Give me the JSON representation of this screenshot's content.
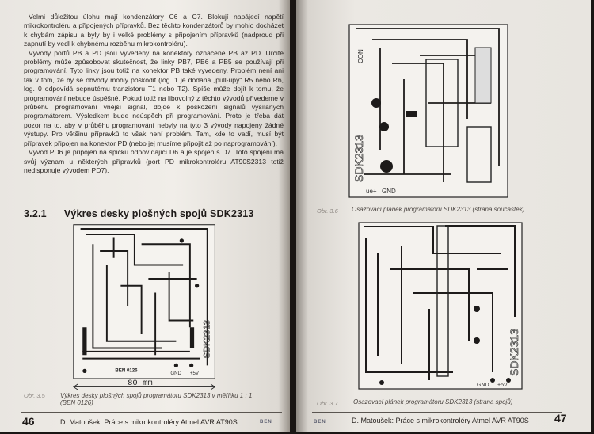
{
  "left_page": {
    "paragraphs": [
      "Velmi důležitou úlohu mají kondenzátory C6 a C7. Blokují napájecí napětí mikrokontroléru a připojených přípravků. Bez těchto kondenzátorů by mohlo docházet k chybám zápisu a byly by i velké problémy s připojením přípravků (nadproud při zapnutí by vedl k chybnému rozběhu mikrokontroléru).",
      "Vývody portů PB a PD jsou vyvedeny na konektory označené PB až PD. Určité problémy může způsobovat skutečnost, že linky PB7, PB6 a PB5 se používají při programování. Tyto linky jsou totiž na konektor PB také vyvedeny. Problém není ani tak v tom, že by se obvody mohly poškodit (log. 1 je dodána „pull-upy“ R5 nebo R6, log. 0 odpovídá sepnutému tranzistoru T1 nebo T2). Spíše může dojít k tomu, že programování nebude úspěšné. Pokud totiž na libovolný z těchto vývodů přivedeme v průběhu programování vnější signál, dojde k poškození signálů vysílaných programátorem. Výsledkem bude neúspěch při programování. Proto je třeba dát pozor na to, aby v průběhu programování nebyly na tyto 3 vývody napojeny žádné výstupy. Pro většinu přípravků to však není problém. Tam, kde to vadí, musí být přípravek připojen na konektor PD (nebo jej musíme připojit až po naprogramování).",
      "Vývod PD6 je připojen na špičku odpovídající D6 a je spojen s D7. Toto spojení má svůj význam u některých přípravků (port PD mikrokontroléru AT90S2313 totiž nedisponuje vývodem PD7)."
    ],
    "section_number": "3.2.1",
    "section_title": "Výkres desky plošných spojů SDK2313",
    "figure": {
      "board_label": "SDK2313",
      "code": "BEN 0126",
      "gnd": "GND",
      "vcc": "+5V",
      "dimension": "80 mm"
    },
    "caption_num": "Obr. 3.5",
    "caption": "Výkres desky plošných spojů programátoru SDK2313 v měřítku 1 : 1 (BEN 0126)",
    "page_number": "46",
    "footer": "D. Matoušek: Práce s mikrokontroléry Atmel AVR AT90S",
    "publisher": "BEN"
  },
  "right_page": {
    "fig1": {
      "board_label": "SDK2313",
      "con": "CON",
      "vcc": "ue+",
      "gnd": "GND",
      "caption_num": "Obr. 3.6",
      "caption": "Osazovací plánek programátoru SDK2313 (strana součástek)"
    },
    "fig2": {
      "board_label": "SDK2313",
      "gnd": "GND",
      "vcc": "+5V",
      "caption_num": "Obr. 3.7",
      "caption": "Osazovací plánek programátoru SDK2313 (strana spojů)"
    },
    "page_number": "47",
    "footer": "D. Matoušek: Práce s mikrokontroléry Atmel AVR AT90S",
    "publisher": "BEN"
  }
}
